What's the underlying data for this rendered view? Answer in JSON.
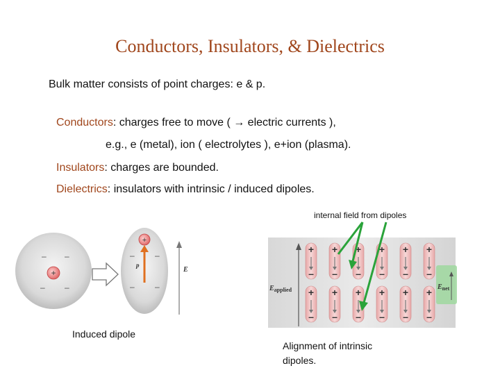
{
  "title": "Conductors, Insulators, & Dielectrics",
  "intro": "Bulk matter consists of point charges:  e & p.",
  "conductors": {
    "term": "Conductors",
    "text": ":  charges free to move ( →  electric currents ),",
    "examples": "e.g.,   e (metal),  ion ( electrolytes ),  e+ion (plasma)."
  },
  "insulators": {
    "term": "Insulators",
    "text": ":   charges are bounded."
  },
  "dielectrics": {
    "term": "Dielectrics",
    "text": ":  insulators with intrinsic / induced dipoles."
  },
  "figures": {
    "internal_field_caption": "internal field from dipoles",
    "induced_caption": "Induced dipole",
    "alignment_caption_line1": "Alignment of intrinsic",
    "alignment_caption_line2": "dipoles.",
    "p_label": "p",
    "e_label": "E",
    "e_applied_label": "E",
    "e_applied_sub": "applied",
    "e_net_label": "E",
    "e_net_sub": "net",
    "plus": "+",
    "minus": "–"
  },
  "colors": {
    "title": "#a0461c",
    "accent_green": "#2aa33a",
    "dipole_red": "#e8b4b4",
    "charge_red": "#f08080"
  }
}
